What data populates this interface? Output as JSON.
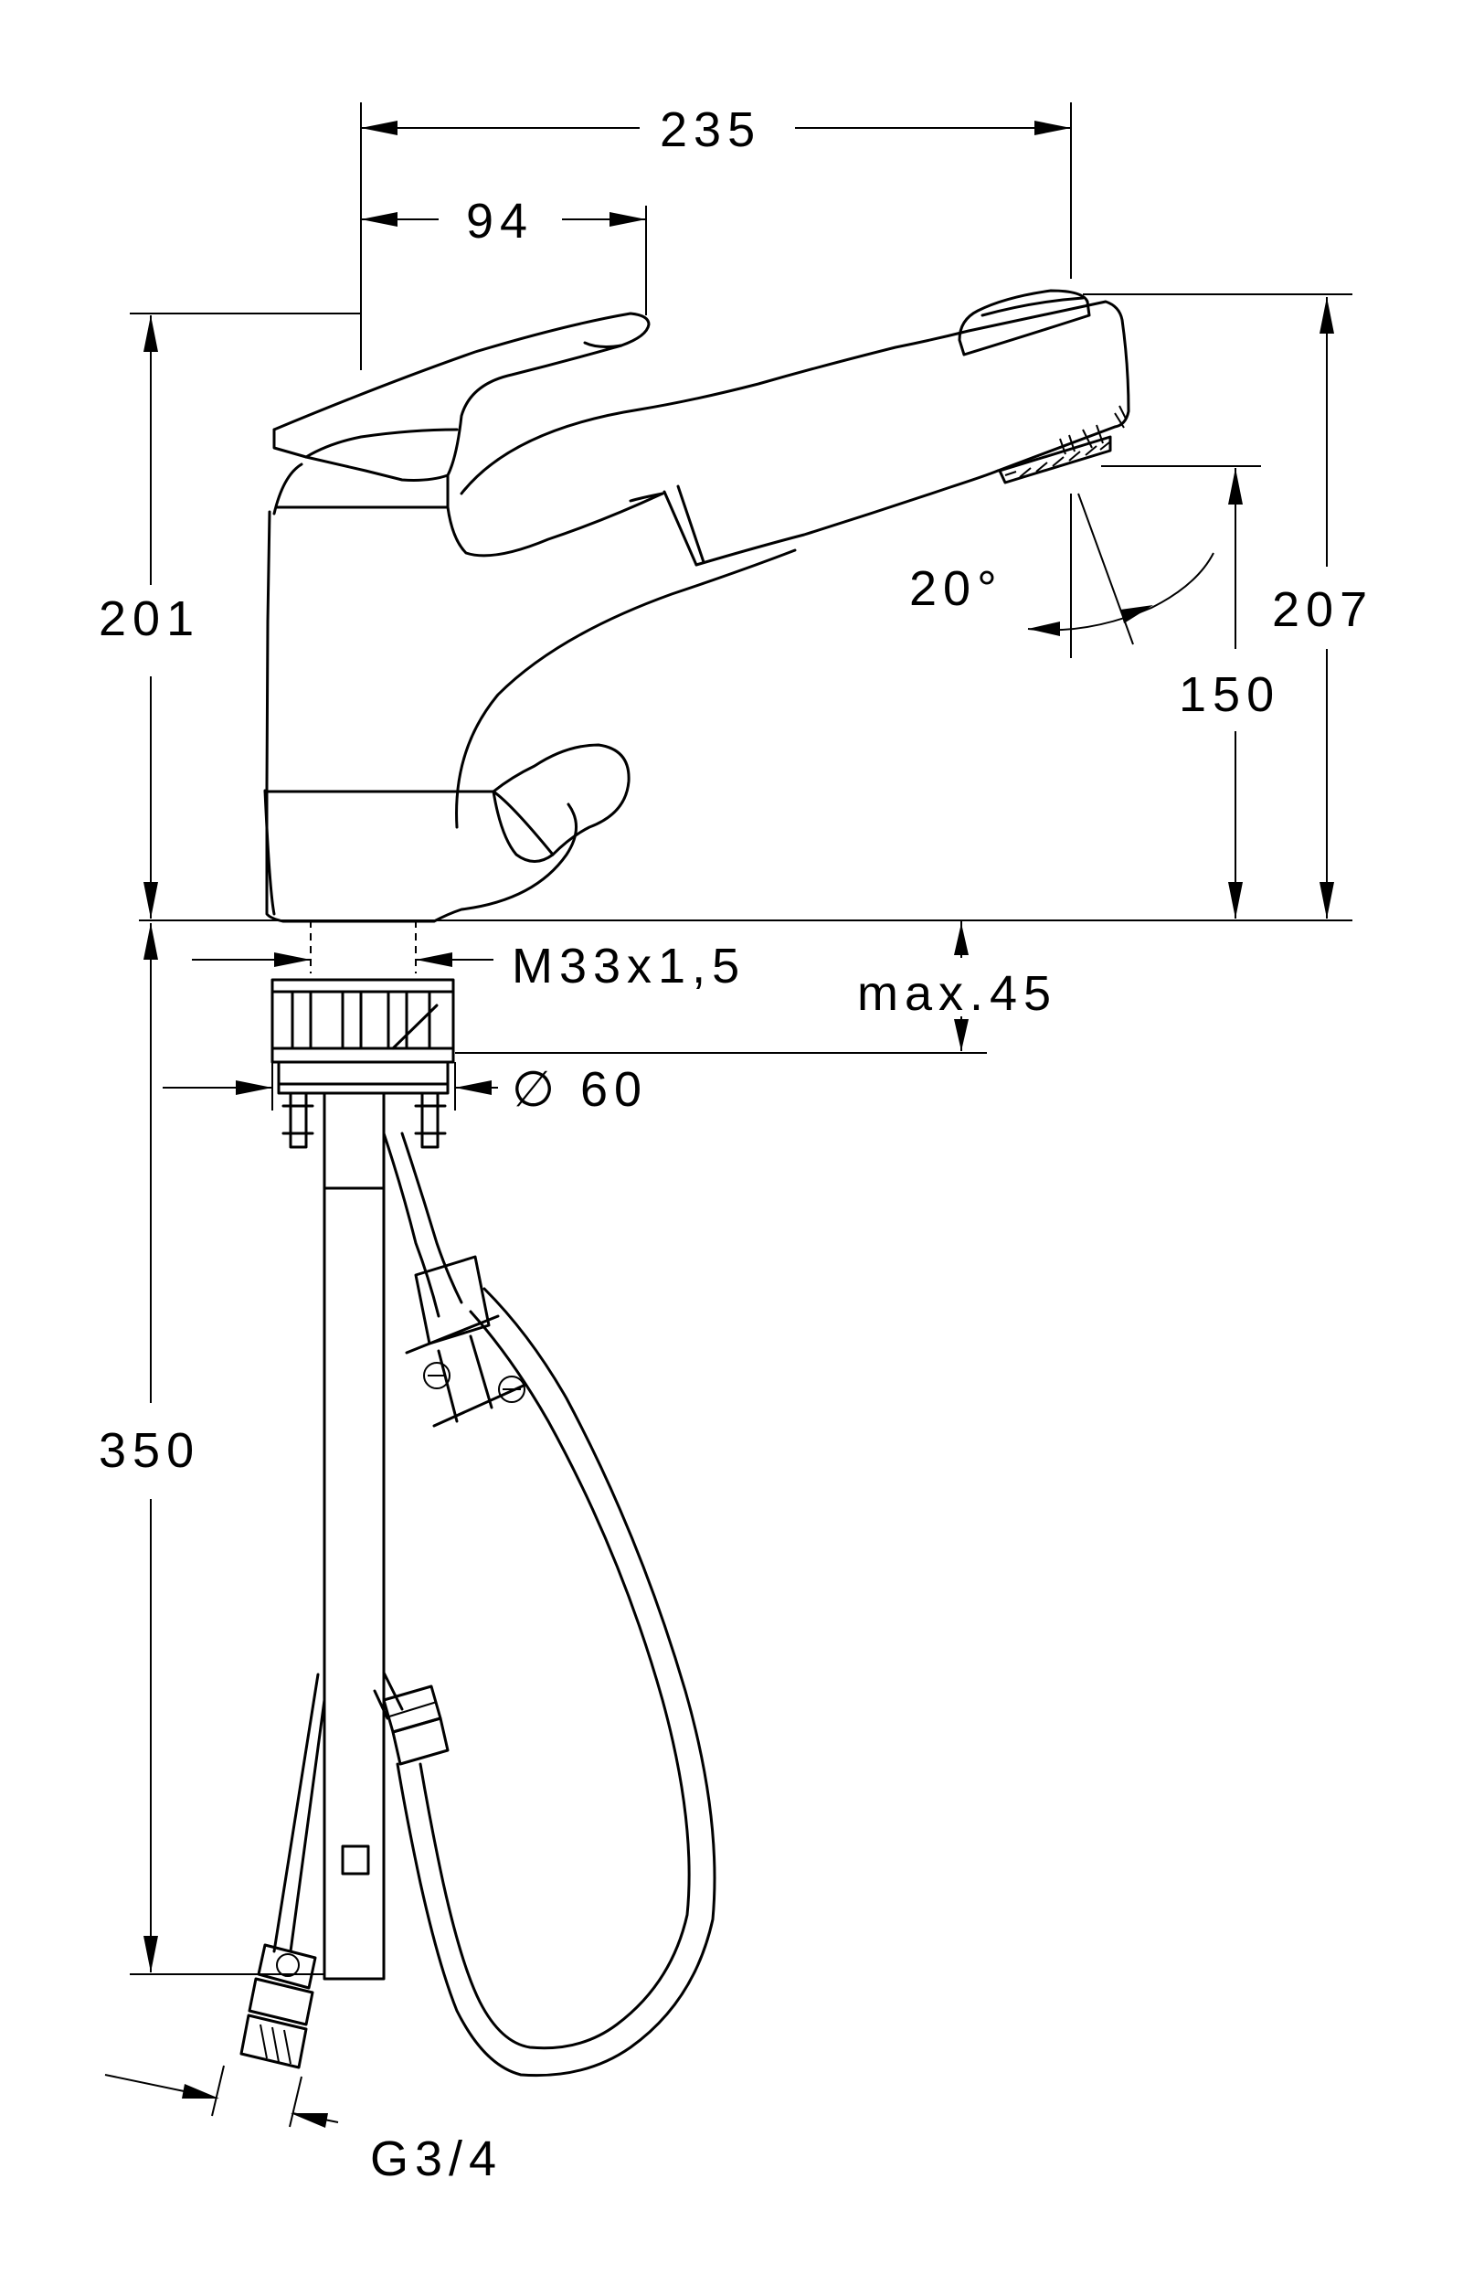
{
  "dimensions": {
    "width_total": "235",
    "width_lever": "94",
    "height_body": "201",
    "height_spout": "207",
    "height_outlet": "150",
    "spray_angle": "20°",
    "thread": "M33x1,5",
    "max_thickness": "max.45",
    "hole_diameter": "60",
    "diameter_symbol": "∅",
    "hose_length": "350",
    "connection": "G3/4"
  }
}
